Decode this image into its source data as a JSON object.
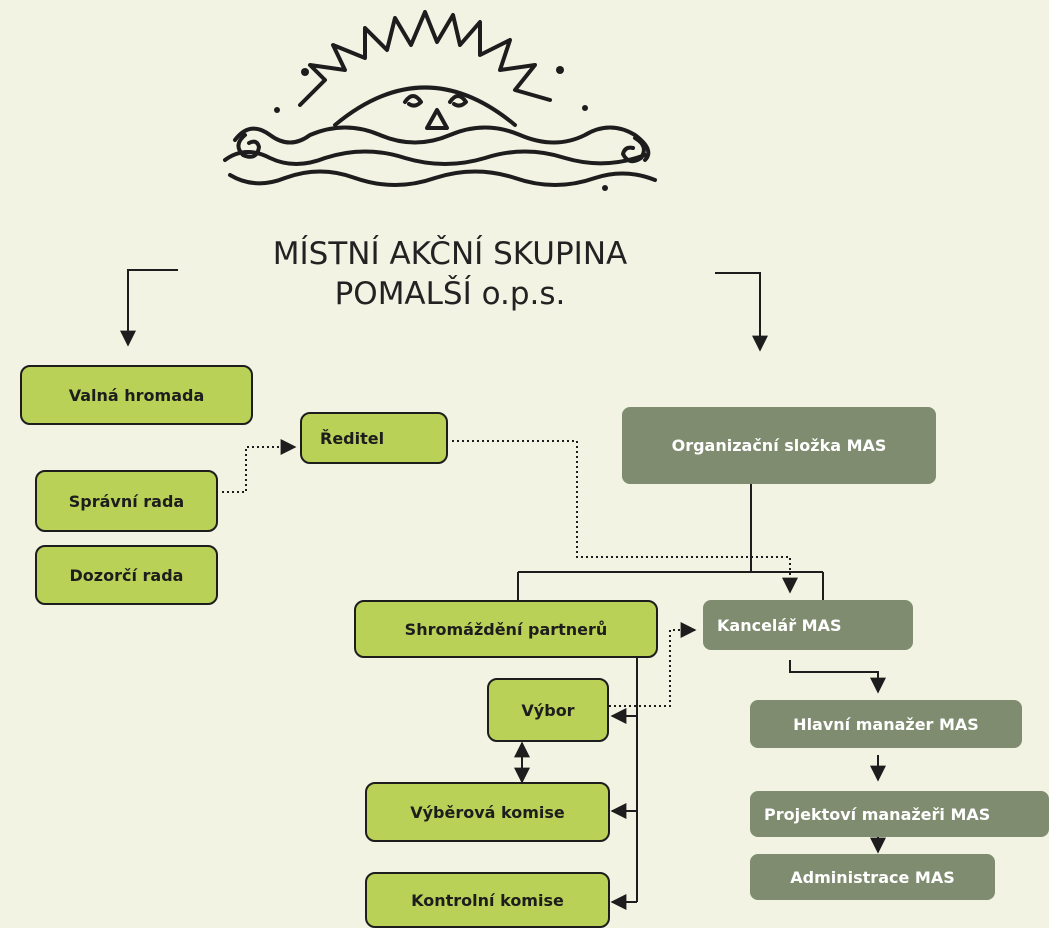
{
  "title": {
    "line1": "MÍSTNÍ AKČNÍ SKUPINA",
    "line2": "POMALŠÍ o.p.s."
  },
  "colors": {
    "background": "#f3f3e4",
    "green_box": "#b8d156",
    "dark_box": "#7f8c70",
    "line": "#1d1d1d"
  },
  "logo": {
    "icon": "sun-over-waves-logo"
  },
  "left_nodes": {
    "valna_hromada": "Valná hromada",
    "spravni_rada": "Správní rada",
    "dozorci_rada": "Dozorčí rada",
    "reditel": "Ředitel"
  },
  "right_nodes": {
    "organizacni_slozka": "Organizační složka MAS",
    "kancelar": "Kancelář MAS",
    "hlavni_manazer": "Hlavní manažer MAS",
    "projektovi_manazeri": "Projektoví manažeři MAS",
    "administrace": "Administrace MAS"
  },
  "lower_nodes": {
    "shromazdeni": "Shromáždění partnerů",
    "vybor": "Výbor",
    "vyberova_komise": "Výběrová komise",
    "kontrolni_komise": "Kontrolní komise"
  }
}
